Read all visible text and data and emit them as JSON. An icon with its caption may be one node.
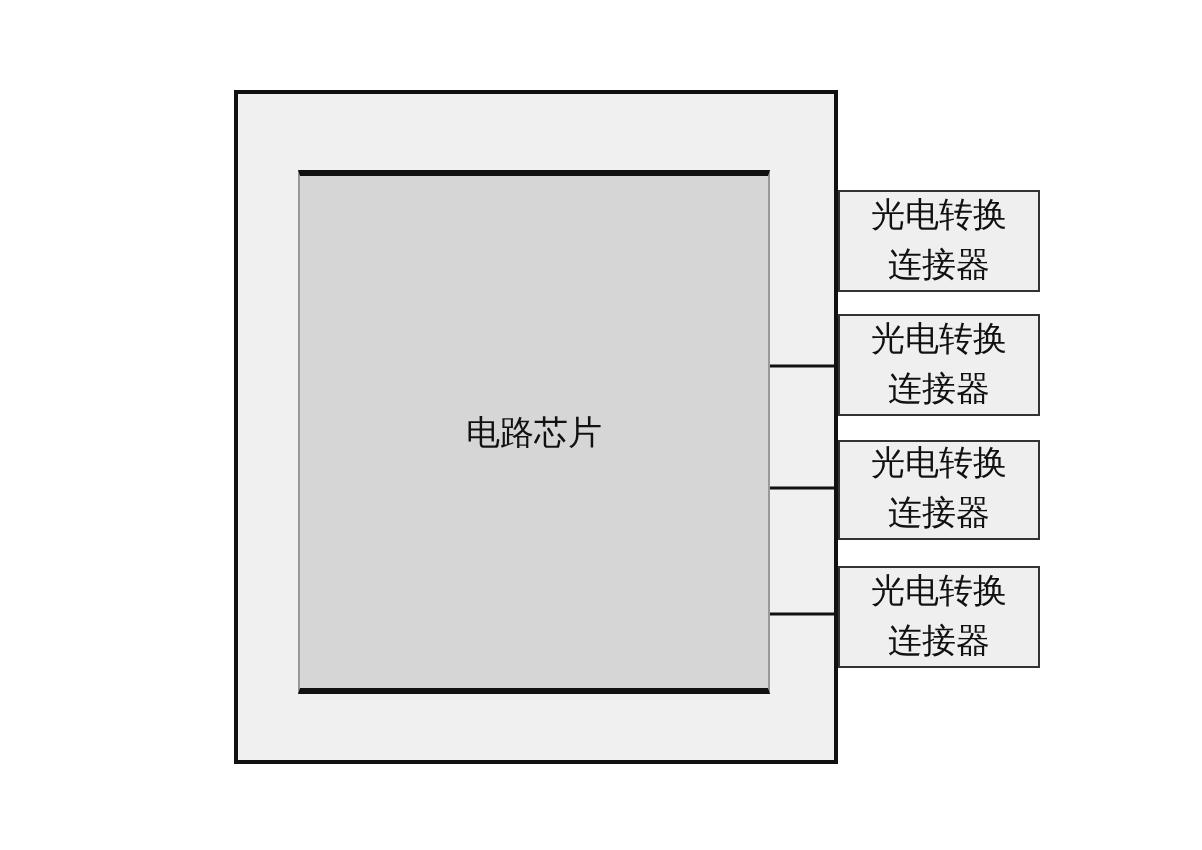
{
  "diagram": {
    "nodes": [
      {
        "text": [],
        "shape": "box"
      },
      {
        "text": [
          "电路芯片"
        ],
        "in": 0
      },
      {
        "text": [
          "光电转换连接器"
        ]
      },
      {
        "text": [
          "光电转换连接器"
        ]
      },
      {
        "text": [
          "光电转换连接器"
        ]
      },
      {
        "text": [
          "光电转换连接器"
        ]
      }
    ],
    "edges": [
      {
        "from": 1,
        "to": 3,
        "arrow": "none"
      },
      {
        "from": 1,
        "to": 4,
        "arrow": "none"
      },
      {
        "from": 1,
        "to": 5,
        "arrow": "none"
      }
    ]
  }
}
